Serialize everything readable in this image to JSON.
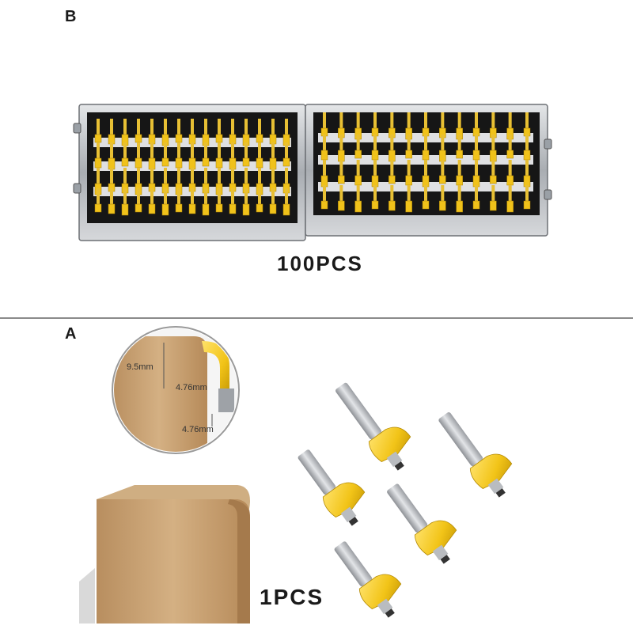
{
  "panel_b": {
    "letter": "B",
    "caption": "100PCS"
  },
  "panel_a": {
    "letter": "A",
    "caption": "1PCS",
    "dimensions": {
      "height": "9.5mm",
      "radius": "4.76mm",
      "offset": "4.76mm"
    }
  },
  "colors": {
    "bit_yellow": "#f2c418",
    "shank_gray": "#b9bcc0",
    "case_aluminum": "#c9ccd0",
    "case_interior": "#151515",
    "wood": "#c9a578",
    "divider": "#8a8a8a"
  }
}
